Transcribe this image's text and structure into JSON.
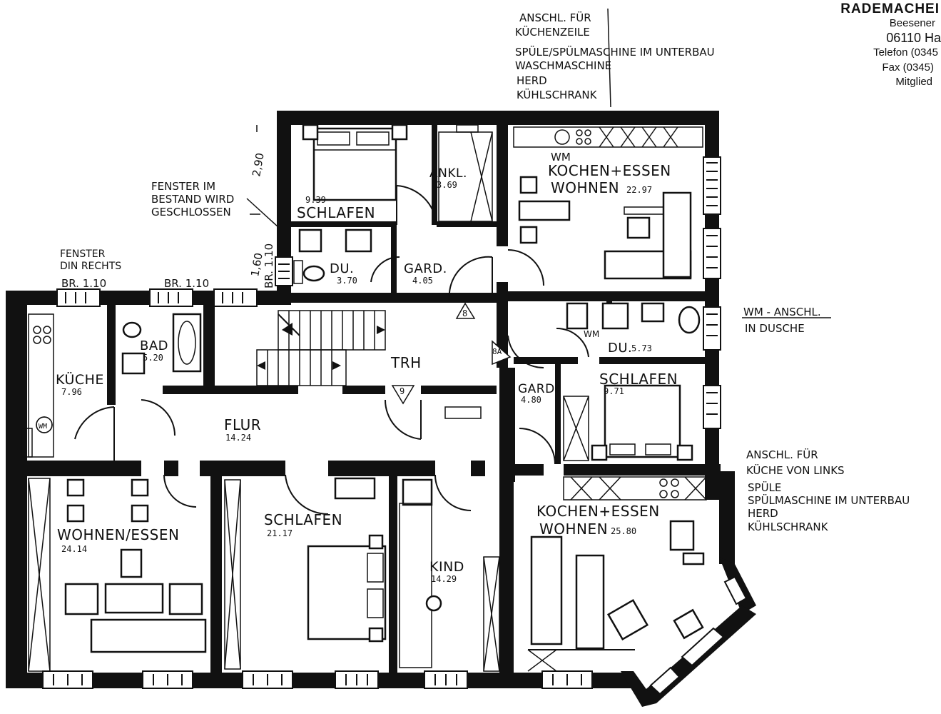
{
  "company": {
    "name": "RADEMACHEI",
    "lines": [
      "Beesener",
      "06110 Ha",
      "Telefon (0345",
      "Fax (0345)",
      "Mitglied"
    ]
  },
  "notes": {
    "kitchen_top": [
      "ANSCHL. FÜR",
      "KÜCHENZEILE",
      "SPÜLE/SPÜLMASCHINE IM UNTERBAU",
      "WASCHMASCHINE",
      "HERD",
      "KÜHLSCHRANK"
    ],
    "fenster_bestand": [
      "FENSTER IM",
      "BESTAND WIRD",
      "GESCHLOSSEN"
    ],
    "fenster_din": [
      "FENSTER",
      "DIN RECHTS"
    ],
    "wm_anschl": [
      "WM - ANSCHL.",
      "IN DUSCHE"
    ],
    "kitchen_right": [
      "ANSCHL. FÜR",
      "KÜCHE VON LINKS",
      "SPÜLE",
      "SPÜLMASCHINE IM UNTERBAU",
      "HERD",
      "KÜHLSCHRANK"
    ]
  },
  "dimensions": {
    "br_left": "BR. 1.10",
    "br_mid": "BR. 1.10",
    "br_vert": "BR. 1.10",
    "h_upper": "2,90",
    "h_lower": "1,60"
  },
  "rooms": {
    "schlafen_top": {
      "name": "SCHLAFEN",
      "area": "9.39"
    },
    "ankl": {
      "name": "ANKL.",
      "area": "3.69"
    },
    "kochen_top": {
      "line1": "KOCHEN+ESSEN",
      "line2": "WOHNEN",
      "area": "22.97",
      "wm": "WM"
    },
    "du_top": {
      "name": "DU.",
      "area": "3.70"
    },
    "gard_top": {
      "name": "GARD.",
      "area": "4.05"
    },
    "kueche": {
      "name": "KÜCHE",
      "area": "7.96"
    },
    "bad": {
      "name": "BAD",
      "area": "5.20"
    },
    "trh": {
      "name": "TRH"
    },
    "du_right": {
      "name": "DU.",
      "area": "5.73",
      "wm": "WM"
    },
    "schlafen_right": {
      "name": "SCHLAFEN",
      "area": "9.71"
    },
    "gard_right": {
      "name": "GARD.",
      "area": "4.80"
    },
    "flur": {
      "name": "FLUR",
      "area": "14.24"
    },
    "wohnen_essen": {
      "name": "WOHNEN/ESSEN",
      "area": "24.14"
    },
    "schlafen_bottom": {
      "name": "SCHLAFEN",
      "area": "21.17"
    },
    "kind": {
      "name": "KIND",
      "area": "14.29"
    },
    "kochen_bottom": {
      "line1": "KOCHEN+ESSEN",
      "line2": "WOHNEN",
      "area": "25.80"
    }
  },
  "markers": {
    "stair_8": "8",
    "stair_8a": "8A",
    "stair_9": "9"
  },
  "appliances": {
    "wm_kueche": "WM"
  }
}
